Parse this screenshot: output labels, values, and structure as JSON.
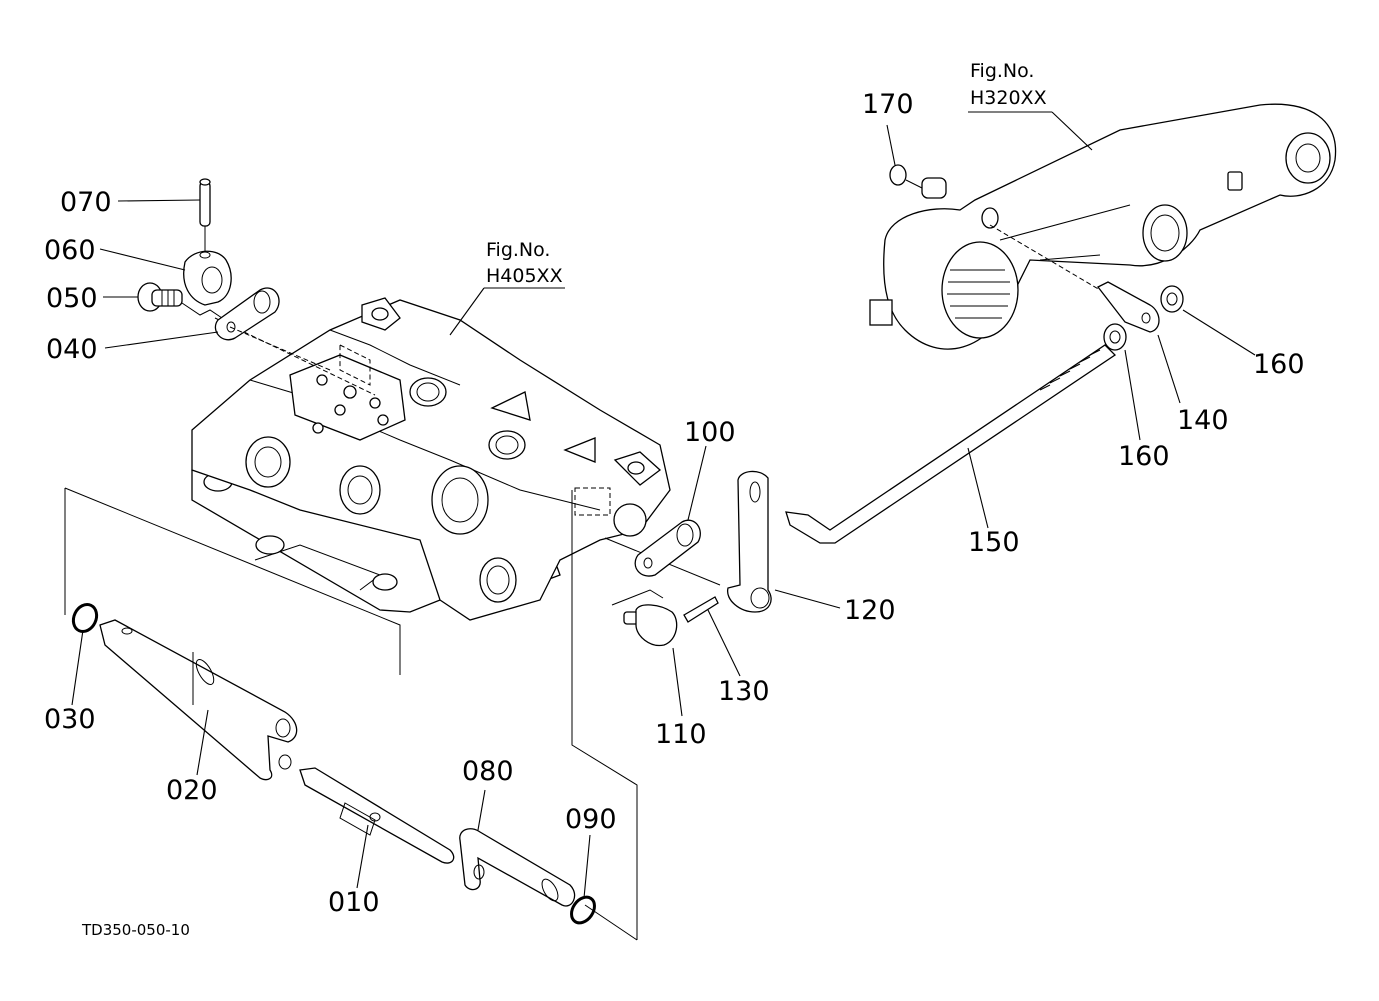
{
  "diagram": {
    "drawing_code": "TD350-050-10",
    "figure_refs": [
      {
        "line1": "Fig.No.",
        "line2": "H405XX",
        "refers_to": "hydraulic valve body"
      },
      {
        "line1": "Fig.No.",
        "line2": "H320XX",
        "refers_to": "lift arm"
      }
    ],
    "parts": [
      {
        "ref": "010",
        "description": "spool shaft"
      },
      {
        "ref": "020",
        "description": "lever shaft"
      },
      {
        "ref": "030",
        "description": "O-ring"
      },
      {
        "ref": "040",
        "description": "plate"
      },
      {
        "ref": "050",
        "description": "bolt"
      },
      {
        "ref": "060",
        "description": "collar"
      },
      {
        "ref": "070",
        "description": "pin"
      },
      {
        "ref": "080",
        "description": "lever shaft"
      },
      {
        "ref": "090",
        "description": "O-ring"
      },
      {
        "ref": "100",
        "description": "plate"
      },
      {
        "ref": "110",
        "description": "bolt"
      },
      {
        "ref": "120",
        "description": "lever"
      },
      {
        "ref": "130",
        "description": "spring pin"
      },
      {
        "ref": "140",
        "description": "rod end"
      },
      {
        "ref": "150",
        "description": "rod"
      },
      {
        "ref": "160",
        "description": "nut"
      },
      {
        "ref": "160b",
        "description": "nut"
      },
      {
        "ref": "170",
        "description": "snap ring"
      }
    ],
    "labels": {
      "p010": "010",
      "p020": "020",
      "p030": "030",
      "p040": "040",
      "p050": "050",
      "p060": "060",
      "p070": "070",
      "p080": "080",
      "p090": "090",
      "p100": "100",
      "p110": "110",
      "p120": "120",
      "p130": "130",
      "p140": "140",
      "p150": "150",
      "p160a": "160",
      "p160b": "160",
      "p170": "170"
    }
  }
}
